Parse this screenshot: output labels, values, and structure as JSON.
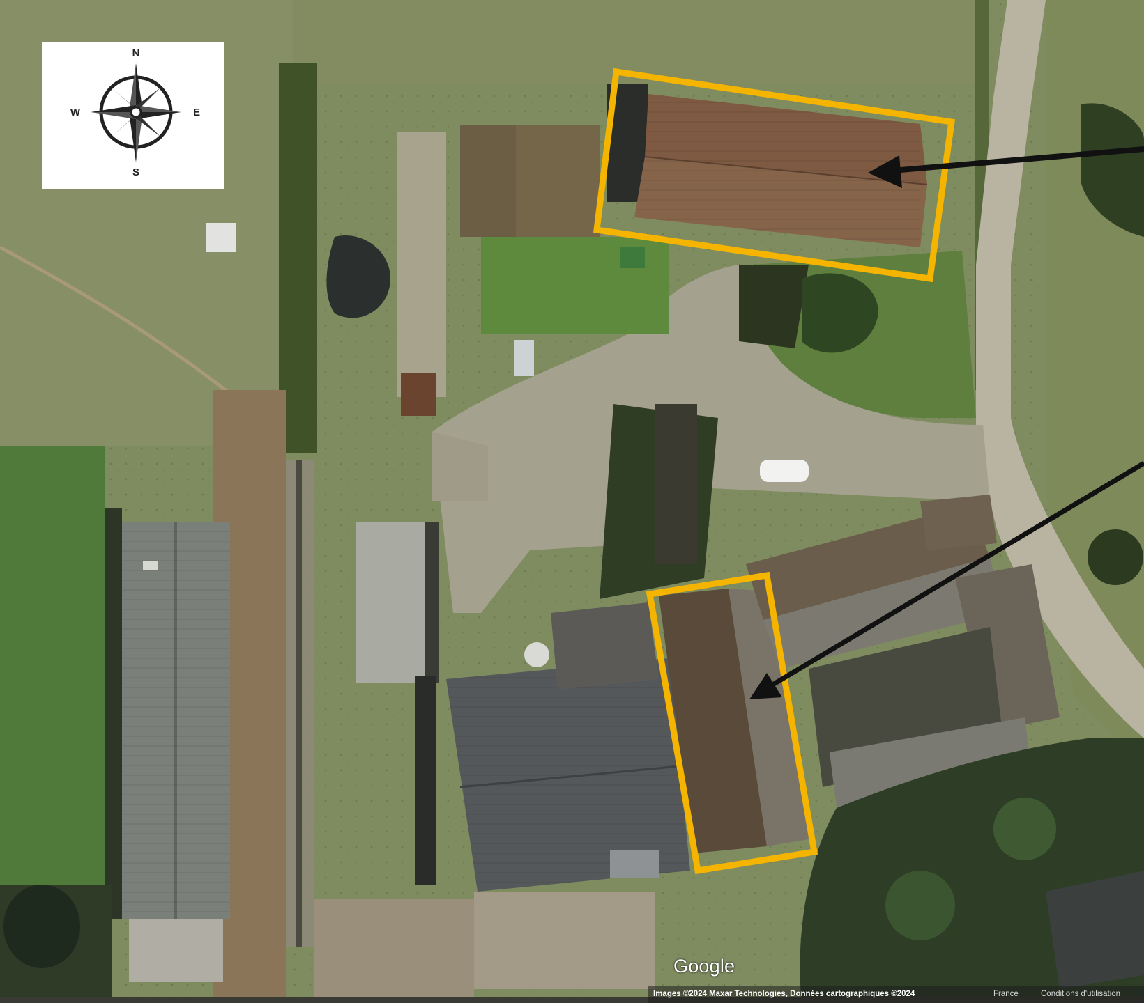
{
  "compass": {
    "north": "N",
    "south": "S",
    "west": "W",
    "east": "E"
  },
  "map": {
    "provider_logo": "Google",
    "attribution": "Images ©2024 Maxar Technologies, Données cartographiques ©2024",
    "country": "France",
    "terms_link": "Conditions d'utilisation"
  },
  "colors": {
    "highlight_box": "#F4B400",
    "arrow": "#111111",
    "compass_background": "#FFFFFF"
  },
  "icons": [
    "compass-rose-icon"
  ]
}
